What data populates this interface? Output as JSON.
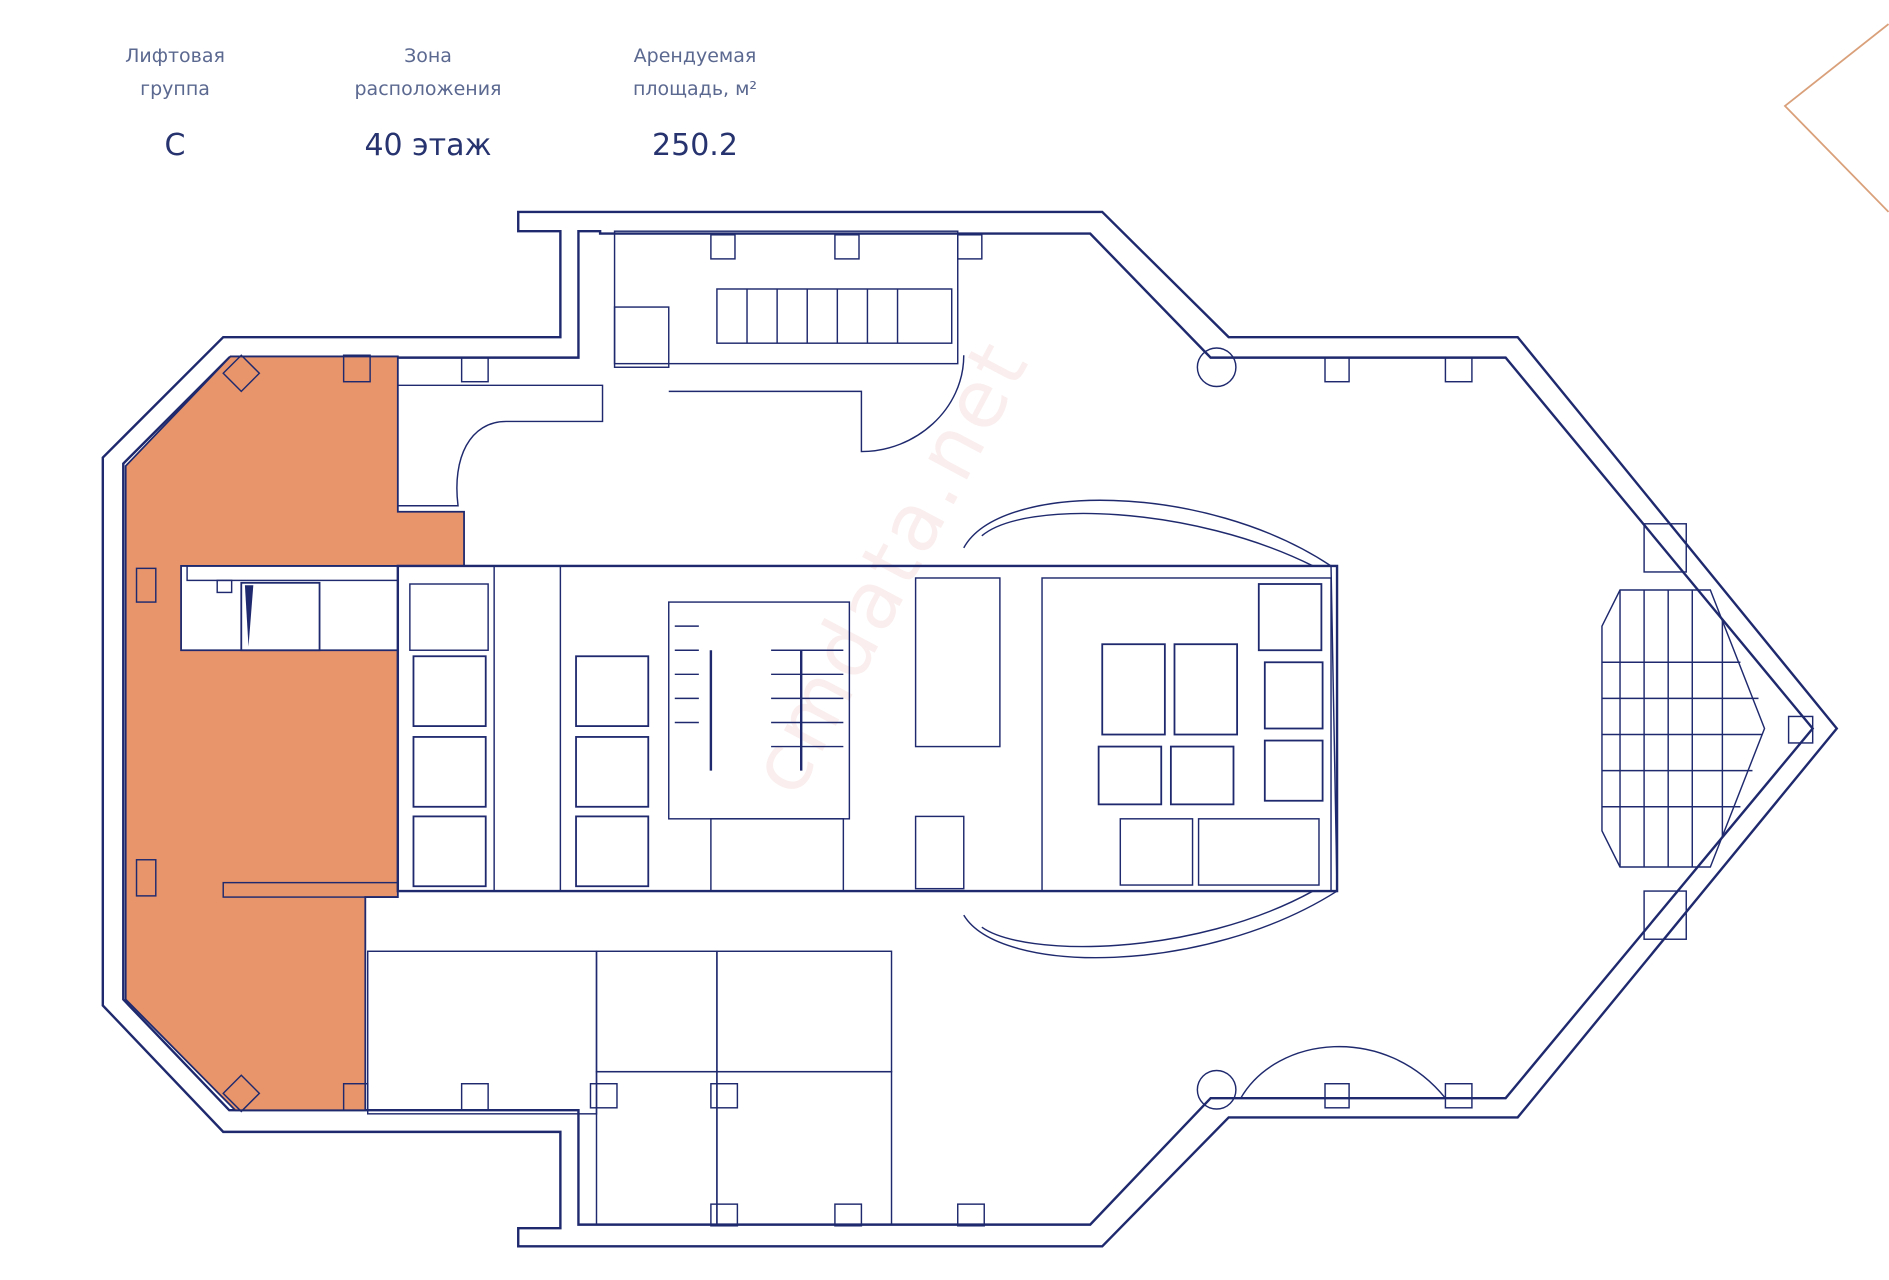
{
  "header": {
    "lift_group": {
      "label_line1": "Лифтовая",
      "label_line2": "группа",
      "value": "C"
    },
    "zone": {
      "label_line1": "Зона",
      "label_line2": "расположения",
      "value": "40 этаж"
    },
    "area": {
      "label_line1": "Арендуемая",
      "label_line2": "площадь, м²",
      "value": "250.2"
    }
  },
  "plan": {
    "highlight_color": "#e8956c",
    "line_color": "#1f2a6e",
    "accent_color": "#d9a07a"
  },
  "watermark": "cmdata.net"
}
